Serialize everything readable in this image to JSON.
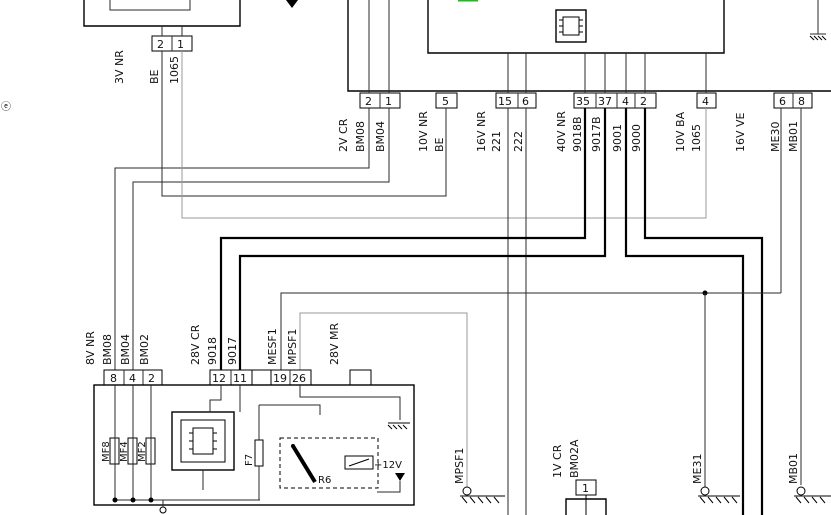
{
  "top_left_connector": {
    "pins": [
      "2",
      "1"
    ],
    "labels": [
      "3V NR",
      "BE",
      "1065"
    ]
  },
  "main_connector": {
    "groups": [
      {
        "pins": [
          "2",
          "1"
        ],
        "labels": [
          "2V CR",
          "BM08",
          "BM04"
        ]
      },
      {
        "pins": [
          "5"
        ],
        "labels": [
          "10V NR",
          "BE"
        ]
      },
      {
        "pins": [
          "15",
          "6"
        ],
        "labels": [
          "16V NR",
          "221",
          "222"
        ]
      },
      {
        "pins": [
          "35",
          "37",
          "4",
          "2"
        ],
        "labels": [
          "40V NR",
          "9018B",
          "9017B",
          "9001",
          "9000"
        ]
      },
      {
        "pins": [
          "4"
        ],
        "labels": [
          "10V BA",
          "1065"
        ]
      },
      {
        "pins": [
          "6",
          "8"
        ],
        "labels": [
          "16V VE",
          "ME30",
          "MB01"
        ]
      }
    ]
  },
  "lower_connector_a": {
    "pins": [
      "8",
      "4",
      "2"
    ],
    "labels": [
      "8V NR",
      "BM08",
      "BM04",
      "BM02"
    ]
  },
  "lower_connector_b": {
    "pins": [
      "12",
      "11"
    ],
    "labels": [
      "28V CR",
      "9018",
      "9017"
    ]
  },
  "lower_connector_c": {
    "pins": [
      "19",
      "26"
    ],
    "labels": [
      "MESF1",
      "MPSF1"
    ]
  },
  "lower_connector_d": {
    "labels": [
      "28V MR"
    ]
  },
  "module": {
    "fuses": [
      "MF8",
      "MF4",
      "MF2"
    ],
    "fuse_f7": "F7",
    "relay": "R6",
    "supply": "+12V"
  },
  "ground_labels": [
    "MPSF1",
    "ME31",
    "MB01"
  ],
  "bottom_connector": {
    "pin": "1",
    "labels": [
      "1V CR",
      "BM02A"
    ]
  }
}
